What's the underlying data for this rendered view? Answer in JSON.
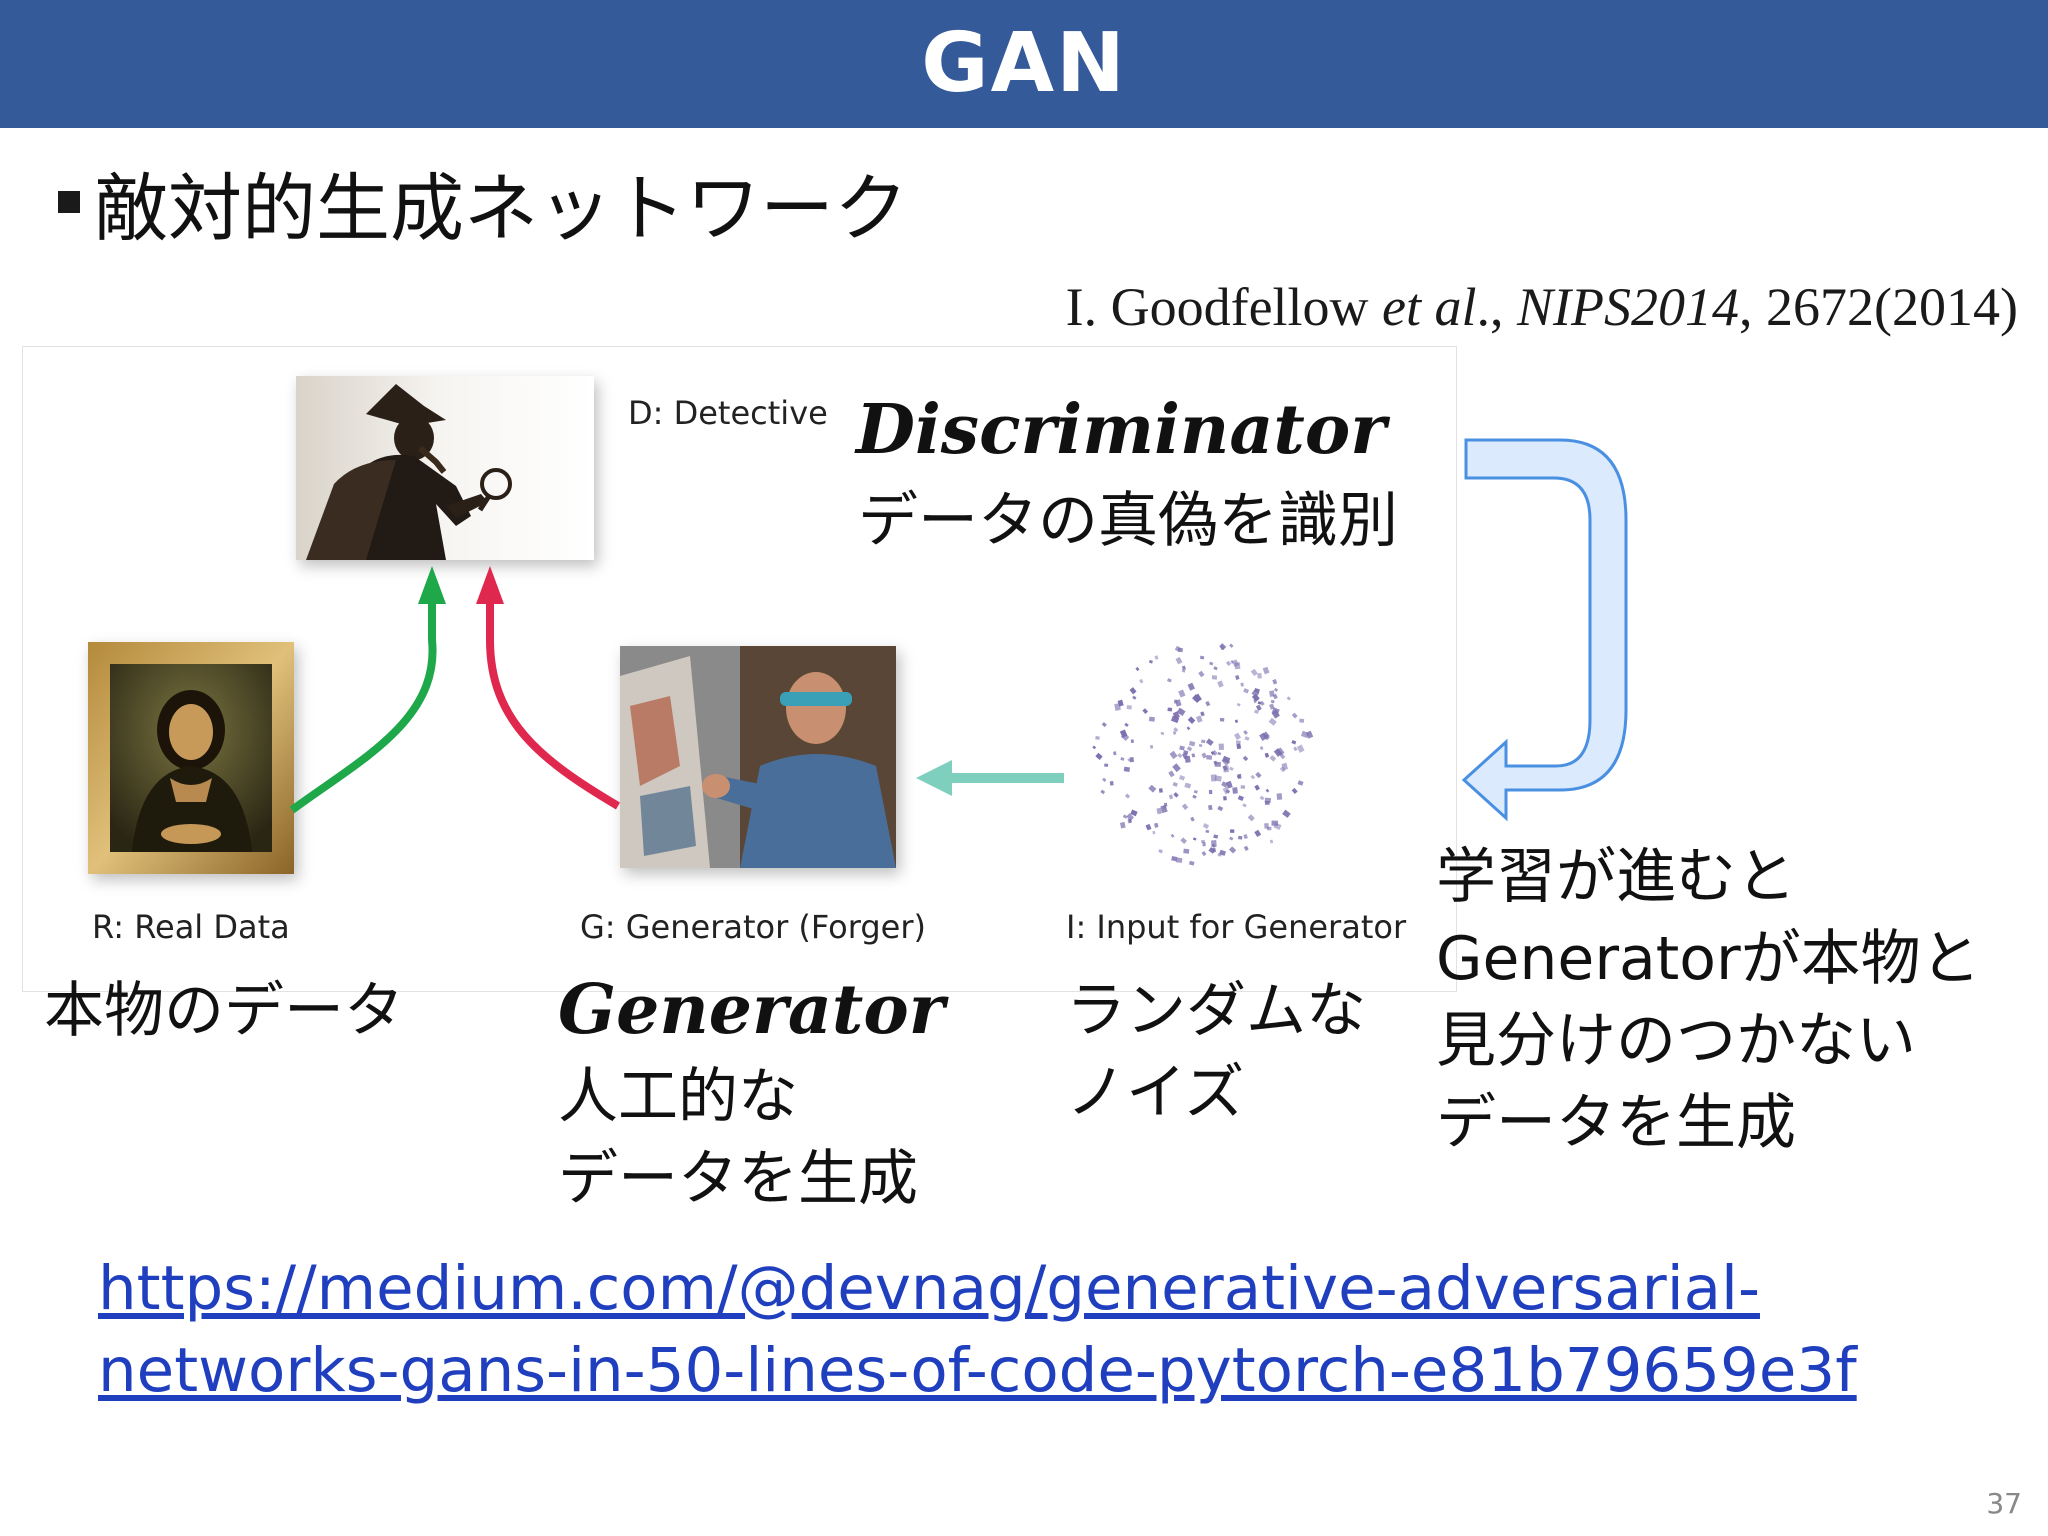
{
  "slide": {
    "title": "GAN",
    "bullet": "敵対的生成ネットワーク",
    "citation": {
      "author": "I. Goodfellow ",
      "etal": "et al",
      "sep": "., ",
      "venue": "NIPS2014",
      "rest": ", 2672(2014)"
    },
    "page_number": "37"
  },
  "diagram": {
    "detective_label": "D: Detective",
    "discriminator_title": "Discriminator",
    "discriminator_desc": "データの真偽を識別",
    "real_label": "R: Real Data",
    "real_desc": "本物のデータ",
    "generator_label": "G: Generator (Forger)",
    "generator_title": "Generator",
    "generator_desc_1": "人工的な",
    "generator_desc_2": "データを生成",
    "input_label": "I: Input for Generator",
    "input_desc_1": "ランダムな",
    "input_desc_2": "ノイズ",
    "training_1": "学習が進むと",
    "training_2": "Generatorが本物と",
    "training_3": "見分けのつかない",
    "training_4": "データを生成",
    "colors": {
      "real_arrow": "#1ea84a",
      "fake_arrow": "#e0284f",
      "noise_arrow": "#7fcfbf",
      "feedback_arrow": "#4a90e2",
      "noise_dots": "#7c6fae"
    }
  },
  "link": {
    "line1": "https://medium.com/@devnag/generative-adversarial-",
    "line2": "networks-gans-in-50-lines-of-code-pytorch-e81b79659e3f"
  }
}
